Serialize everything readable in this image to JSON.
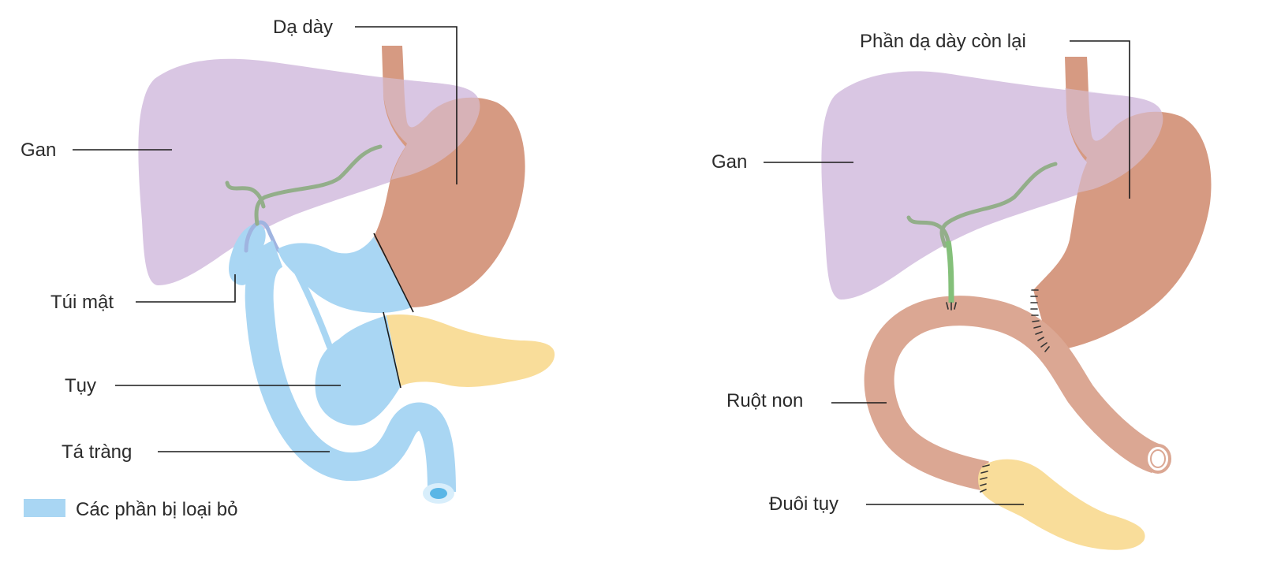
{
  "colors": {
    "liver": "#d9c6e3",
    "stomach": "#d69a82",
    "intestine": "#dba793",
    "pancreas": "#f9dd9a",
    "bile_duct": "#93ae8a",
    "bile_duct_bright": "#84c07a",
    "removed": "#a9d6f3",
    "removed_dark": "#5ab6e6",
    "gallbladder_outline": "#9fb4e0"
  },
  "left_diagram": {
    "labels": {
      "stomach": "Dạ dày",
      "liver": "Gan",
      "gallbladder": "Túi mật",
      "pancreas": "Tụy",
      "duodenum": "Tá tràng"
    },
    "legend": {
      "swatch_color": "#a9d6f3",
      "text": "Các phần bị loại bỏ"
    }
  },
  "right_diagram": {
    "labels": {
      "remaining_stomach": "Phần dạ dày còn lại",
      "liver": "Gan",
      "small_intestine": "Ruột non",
      "pancreas_tail": "Đuôi tụy"
    }
  }
}
